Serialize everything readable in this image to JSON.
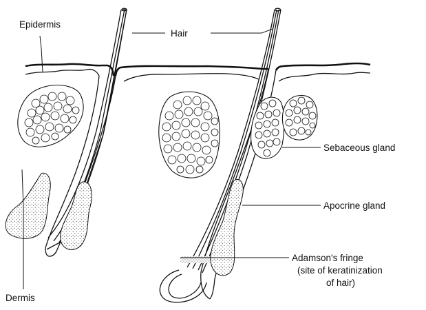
{
  "labels": {
    "epidermis": "Epidermis",
    "hair": "Hair",
    "dermis": "Dermis",
    "sebaceous_gland": "Sebaceous gland",
    "apocrine_gland": "Apocrine gland",
    "adamsons_fringe_line1": "Adamson's fringe",
    "adamsons_fringe_line2": "(site of keratinization",
    "adamsons_fringe_line3": "of hair)"
  },
  "colors": {
    "ink": "#111111",
    "background": "#ffffff"
  }
}
